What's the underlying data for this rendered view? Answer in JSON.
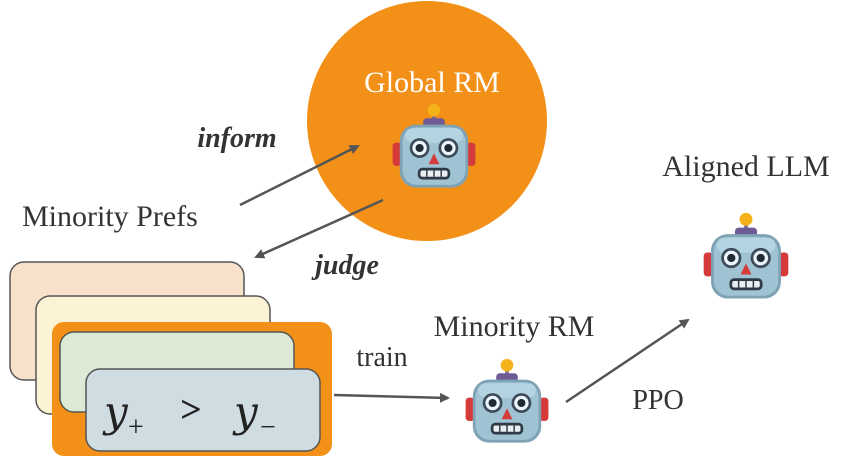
{
  "global_rm": {
    "label": "Global RM",
    "icon": "robot-icon",
    "color": "#F39017"
  },
  "arrows": {
    "inform": "inform",
    "judge": "judge",
    "train": "train",
    "ppo": "PPO"
  },
  "minority_prefs": {
    "label": "Minority Prefs",
    "highlight_color": "#F39017"
  },
  "preference": {
    "left": "y",
    "left_sub": "+",
    "op": ">",
    "right": "y",
    "right_sub": "−"
  },
  "minority_rm": {
    "label": "Minority RM",
    "icon": "robot-icon"
  },
  "aligned_llm": {
    "label": "Aligned LLM",
    "icon": "robot-icon"
  },
  "card_colors": [
    "#F8E1CB",
    "#FBF3D3",
    "#DCE9D4",
    "#CFDDE3"
  ]
}
